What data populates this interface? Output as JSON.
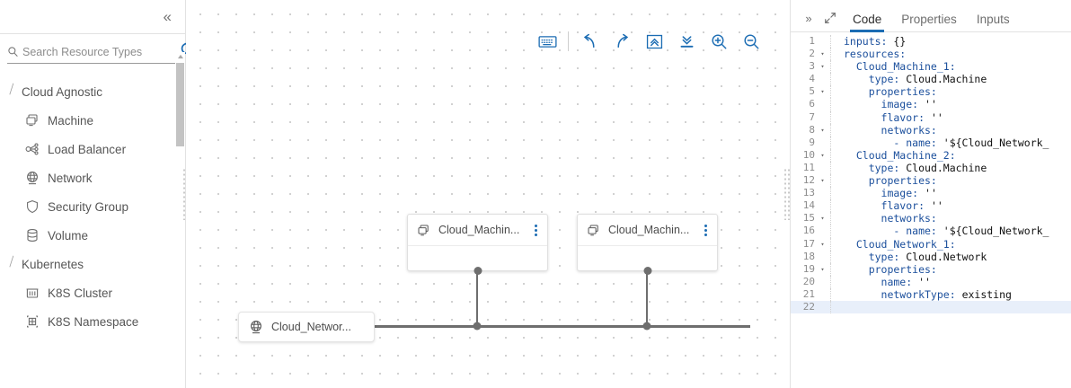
{
  "sidebar": {
    "collapse_icon": "double-chevron-left-icon",
    "search": {
      "placeholder": "Search Resource Types",
      "value": "",
      "icon": "search-icon",
      "spinner_icon": "loading-arc-icon"
    },
    "groups": [
      {
        "label": "Cloud Agnostic",
        "expanded": true,
        "items": [
          {
            "label": "Machine",
            "icon": "machine-icon"
          },
          {
            "label": "Load Balancer",
            "icon": "load-balancer-icon"
          },
          {
            "label": "Network",
            "icon": "network-icon"
          },
          {
            "label": "Security Group",
            "icon": "shield-icon"
          },
          {
            "label": "Volume",
            "icon": "volume-icon"
          }
        ]
      },
      {
        "label": "Kubernetes",
        "expanded": true,
        "items": [
          {
            "label": "K8S Cluster",
            "icon": "k8s-cluster-icon"
          },
          {
            "label": "K8S Namespace",
            "icon": "k8s-namespace-icon"
          }
        ]
      }
    ]
  },
  "canvas": {
    "toolbar": [
      {
        "name": "keyboard-icon",
        "label": "Keyboard shortcuts"
      },
      {
        "name": "undo-icon",
        "label": "Undo"
      },
      {
        "name": "redo-icon",
        "label": "Redo"
      },
      {
        "name": "expand-all-icon",
        "label": "Expand all"
      },
      {
        "name": "collapse-all-icon",
        "label": "Collapse all"
      },
      {
        "name": "zoom-in-icon",
        "label": "Zoom in"
      },
      {
        "name": "zoom-out-icon",
        "label": "Zoom out"
      }
    ],
    "nodes": [
      {
        "id": "machine-1",
        "type": "machine",
        "label": "Cloud_Machin...",
        "icon": "machine-icon",
        "menu_icon": "kebab-menu-icon"
      },
      {
        "id": "machine-2",
        "type": "machine",
        "label": "Cloud_Machin...",
        "icon": "machine-icon",
        "menu_icon": "kebab-menu-icon"
      },
      {
        "id": "network-1",
        "type": "network",
        "label": "Cloud_Networ...",
        "icon": "network-icon"
      }
    ]
  },
  "code_panel": {
    "header_icons": [
      {
        "name": "double-chevron-right-icon"
      },
      {
        "name": "expand-diagonal-icon"
      }
    ],
    "tabs": [
      {
        "label": "Code",
        "active": true
      },
      {
        "label": "Properties",
        "active": false
      },
      {
        "label": "Inputs",
        "active": false
      }
    ],
    "active_line": 22,
    "lines": [
      {
        "n": 1,
        "fold": "",
        "text": "inputs: {}"
      },
      {
        "n": 2,
        "fold": "▾",
        "text": "resources:"
      },
      {
        "n": 3,
        "fold": "▾",
        "text": "  Cloud_Machine_1:"
      },
      {
        "n": 4,
        "fold": "",
        "text": "    type: Cloud.Machine"
      },
      {
        "n": 5,
        "fold": "▾",
        "text": "    properties:"
      },
      {
        "n": 6,
        "fold": "",
        "text": "      image: ''"
      },
      {
        "n": 7,
        "fold": "",
        "text": "      flavor: ''"
      },
      {
        "n": 8,
        "fold": "▾",
        "text": "      networks:"
      },
      {
        "n": 9,
        "fold": "",
        "text": "        - name: '${Cloud_Network_"
      },
      {
        "n": 10,
        "fold": "▾",
        "text": "  Cloud_Machine_2:"
      },
      {
        "n": 11,
        "fold": "",
        "text": "    type: Cloud.Machine"
      },
      {
        "n": 12,
        "fold": "▾",
        "text": "    properties:"
      },
      {
        "n": 13,
        "fold": "",
        "text": "      image: ''"
      },
      {
        "n": 14,
        "fold": "",
        "text": "      flavor: ''"
      },
      {
        "n": 15,
        "fold": "▾",
        "text": "      networks:"
      },
      {
        "n": 16,
        "fold": "",
        "text": "        - name: '${Cloud_Network_"
      },
      {
        "n": 17,
        "fold": "▾",
        "text": "  Cloud_Network_1:"
      },
      {
        "n": 18,
        "fold": "",
        "text": "    type: Cloud.Network"
      },
      {
        "n": 19,
        "fold": "▾",
        "text": "    properties:"
      },
      {
        "n": 20,
        "fold": "",
        "text": "      name: ''"
      },
      {
        "n": 21,
        "fold": "",
        "text": "      networkType: existing"
      },
      {
        "n": 22,
        "fold": "",
        "text": ""
      }
    ]
  },
  "colors": {
    "accent": "#1b6cb3",
    "code_key": "#1b4f9c",
    "edge": "#6e6e6e",
    "active_line_bg": "#e8effa"
  }
}
